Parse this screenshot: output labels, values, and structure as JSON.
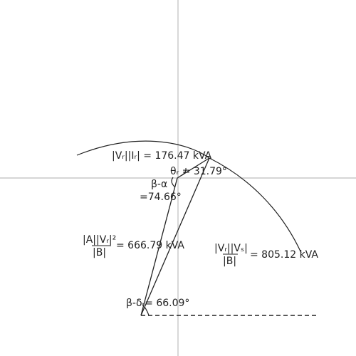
{
  "colors": {
    "axes": "#bdbdbd",
    "lines": "#222222",
    "background": "#ffffff"
  },
  "labels": {
    "receiving_power": "|Vᵣ||Iᵣ| = 176.47 kVA",
    "theta_r": "θᵣ = 31.79°",
    "beta_alpha_line1": "β-α",
    "beta_alpha_line2": "=74.66°",
    "a_vr_numerator": "|A||Vᵣ|²",
    "a_vr_denominator": "|B|",
    "a_vr_value": "= 666.79 kVA",
    "vr_vs_numerator": "|Vᵣ||Vₛ|",
    "vr_vs_denominator": "|B|",
    "vr_vs_value": "= 805.12 kVA",
    "beta_delta": "β-δᵣ= 66.09°"
  }
}
